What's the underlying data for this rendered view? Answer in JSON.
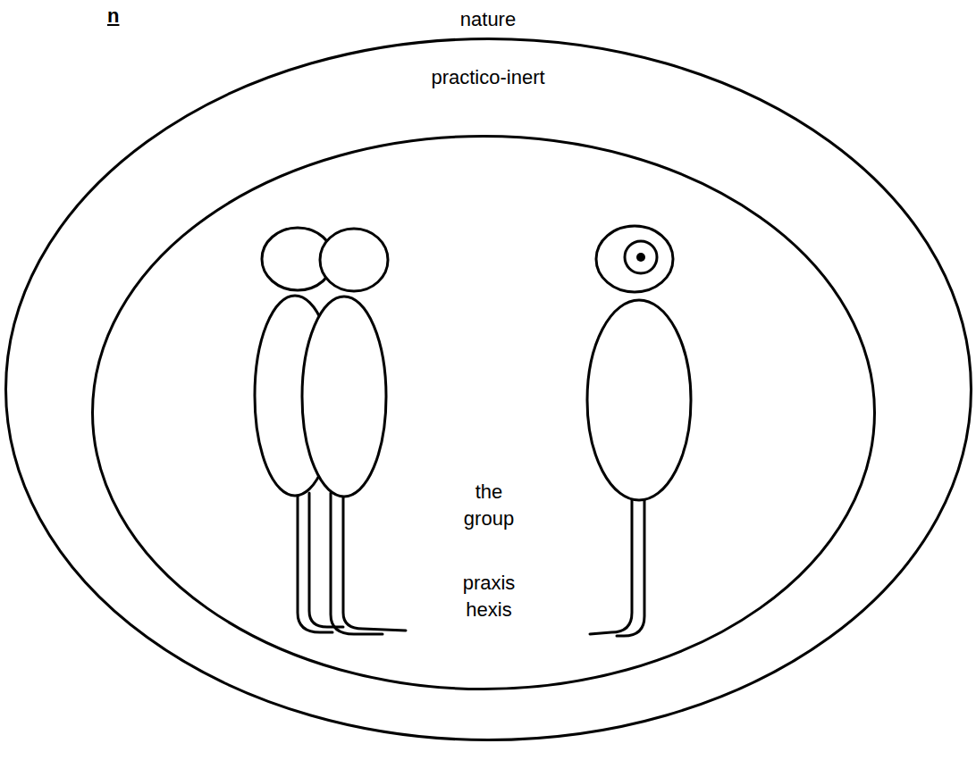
{
  "diagram": {
    "nodes": [
      {
        "text": [
          "practico-inert"
        ]
      },
      {
        "text": [
          "the group",
          "praxis hexis"
        ],
        "in": 0
      }
    ],
    "labels": [
      "nature",
      "n"
    ]
  }
}
